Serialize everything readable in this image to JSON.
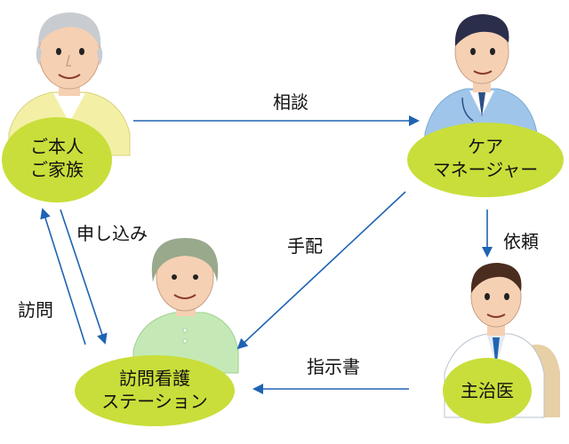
{
  "nodes": {
    "family": {
      "line1": "ご本人",
      "line2": "ご家族"
    },
    "care_manager": {
      "line1": "ケア",
      "line2": "マネージャー"
    },
    "visiting_nurse": {
      "line1": "訪問看護",
      "line2": "ステーション"
    },
    "physician": {
      "label": "主治医"
    }
  },
  "edges": {
    "consult": "相談",
    "apply": "申し込み",
    "visit": "訪問",
    "arrange": "手配",
    "request": "依頼",
    "instruction": "指示書"
  },
  "colors": {
    "node_fill": "#c9de3a",
    "arrow": "#1f63b3"
  }
}
